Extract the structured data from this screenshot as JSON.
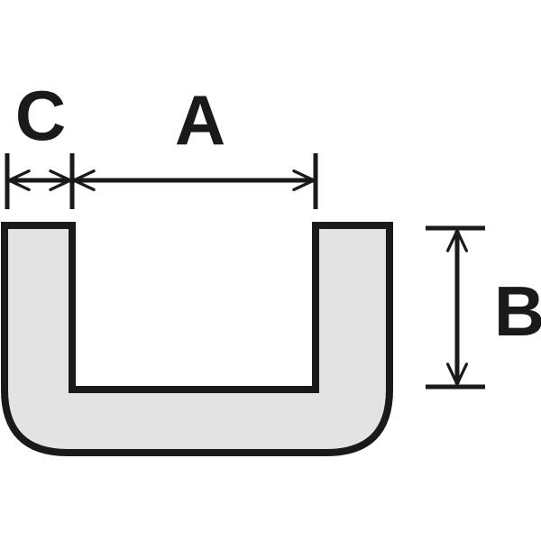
{
  "diagram": {
    "labels": {
      "width": "A",
      "height": "B",
      "wall": "C"
    },
    "colors": {
      "profile_fill": "#e3e3e3",
      "stroke": "#1a1a1a",
      "background": "#ffffff"
    }
  }
}
